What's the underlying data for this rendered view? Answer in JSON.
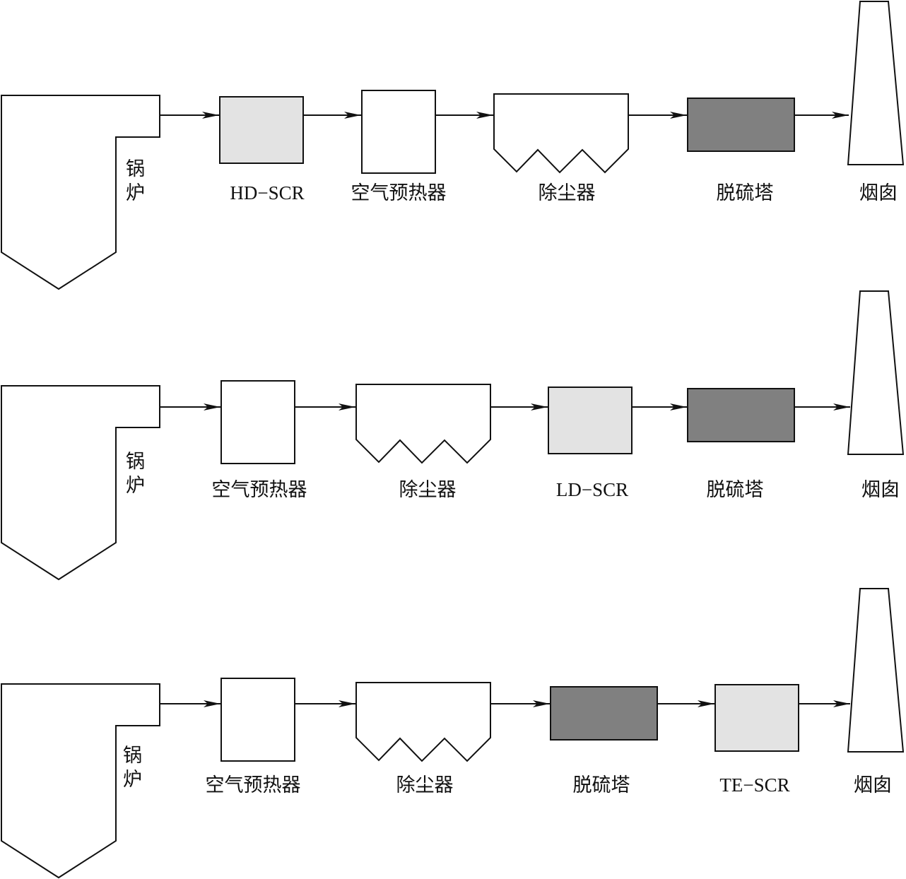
{
  "colors": {
    "line": "#111111",
    "scr_fill": "#e3e3e3",
    "desulfurization_fill": "#808080",
    "plain_fill": "#ffffff"
  },
  "rows": [
    {
      "boiler_chars": [
        "锅",
        "炉"
      ],
      "labels": [
        "HD−SCR",
        "空气预热器",
        "除尘器",
        "脱硫塔",
        "烟囱"
      ]
    },
    {
      "boiler_chars": [
        "锅",
        "炉"
      ],
      "labels": [
        "空气预热器",
        "除尘器",
        "LD−SCR",
        "脱硫塔",
        "烟囱"
      ]
    },
    {
      "boiler_chars": [
        "锅",
        "炉"
      ],
      "labels": [
        "空气预热器",
        "除尘器",
        "脱硫塔",
        "TE−SCR",
        "烟囱"
      ]
    }
  ]
}
